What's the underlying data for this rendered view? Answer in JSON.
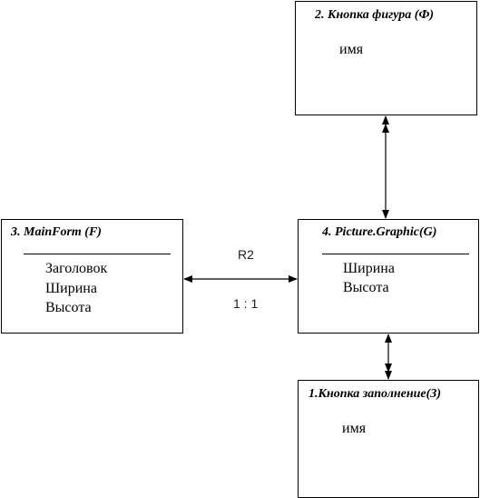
{
  "colors": {
    "line": "#000000",
    "background": "#ffffff",
    "relation_bg": "#f7f7f7"
  },
  "entities": {
    "button_figure": {
      "title": "2. Кнопка фигура (Ф)",
      "attrs": [
        "имя"
      ]
    },
    "mainform": {
      "title": "3. MainForm (F)",
      "attrs": [
        "Заголовок",
        "Ширина",
        "Высота"
      ]
    },
    "picture": {
      "title": "4. Picture.Graphic(G)",
      "attrs": [
        "Ширина",
        "Высота"
      ]
    },
    "button_fill": {
      "title": "1.Кнопка заполнение(З)",
      "attrs": [
        "имя"
      ]
    }
  },
  "relation": {
    "name": "R2",
    "cardinality": "1 : 1"
  }
}
